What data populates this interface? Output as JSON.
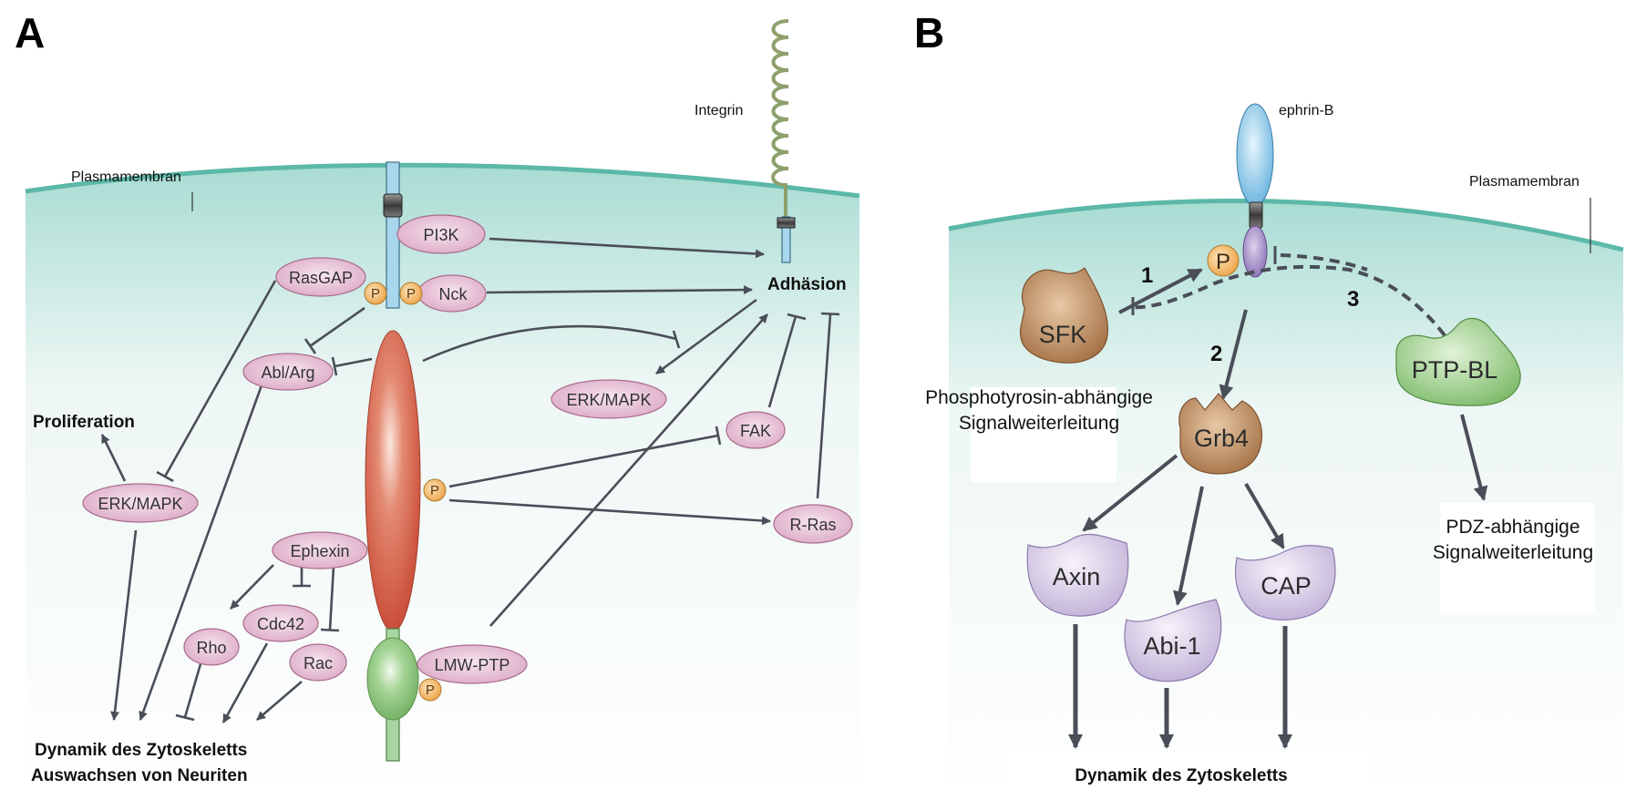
{
  "panel_a": {
    "label": "A",
    "membrane_label": "Plasmamembran",
    "integrin_label": "Integrin",
    "nodes": {
      "pi3k": "PI3K",
      "rasgap": "RasGAP",
      "nck": "Nck",
      "abl_arg": "Abl/Arg",
      "erk_mapk_left": "ERK/MAPK",
      "erk_mapk_right": "ERK/MAPK",
      "fak": "FAK",
      "r_ras": "R-Ras",
      "ephexin": "Ephexin",
      "cdc42": "Cdc42",
      "rho": "Rho",
      "rac": "Rac",
      "lmw_ptp": "LMW-PTP"
    },
    "phospho": "P",
    "adhesion": "Adhäsion",
    "proliferation": "Proliferation",
    "output_line1": "Dynamik des Zytoskeletts",
    "output_line2": "Auswachsen von Neuriten"
  },
  "panel_b": {
    "label": "B",
    "membrane_label": "Plasmamembran",
    "ephrin_label": "ephrin-B",
    "phospho": "P",
    "nodes": {
      "sfk": "SFK",
      "grb4": "Grb4",
      "ptp_bl": "PTP-BL",
      "axin": "Axin",
      "abi1": "Abi-1",
      "cap": "CAP"
    },
    "steps": [
      "1",
      "2",
      "3"
    ],
    "phosphotyrosin_line1": "Phosphotyrosin-abhängige",
    "phosphotyrosin_line2": "Signalweiterleitung",
    "pdz_line1": "PDZ-abhängige",
    "pdz_line2": "Signalweiterleitung",
    "output": "Dynamik des Zytoskeletts"
  },
  "colors": {
    "membrane": "#5cb8a8",
    "arrow": "#4a4e58",
    "node_pink": "#e8bfd4",
    "phospho": "#f3b968",
    "receptor_red": "#d9604a",
    "receptor_green": "#8ec67e",
    "receptor_blue": "#a8d6ec",
    "ephrin_blue": "#7fc1e6",
    "ephrin_purple": "#9a84c0",
    "sfk_brown": "#b88456",
    "ptp_green": "#8cc477",
    "lavender": "#cbbedd"
  }
}
